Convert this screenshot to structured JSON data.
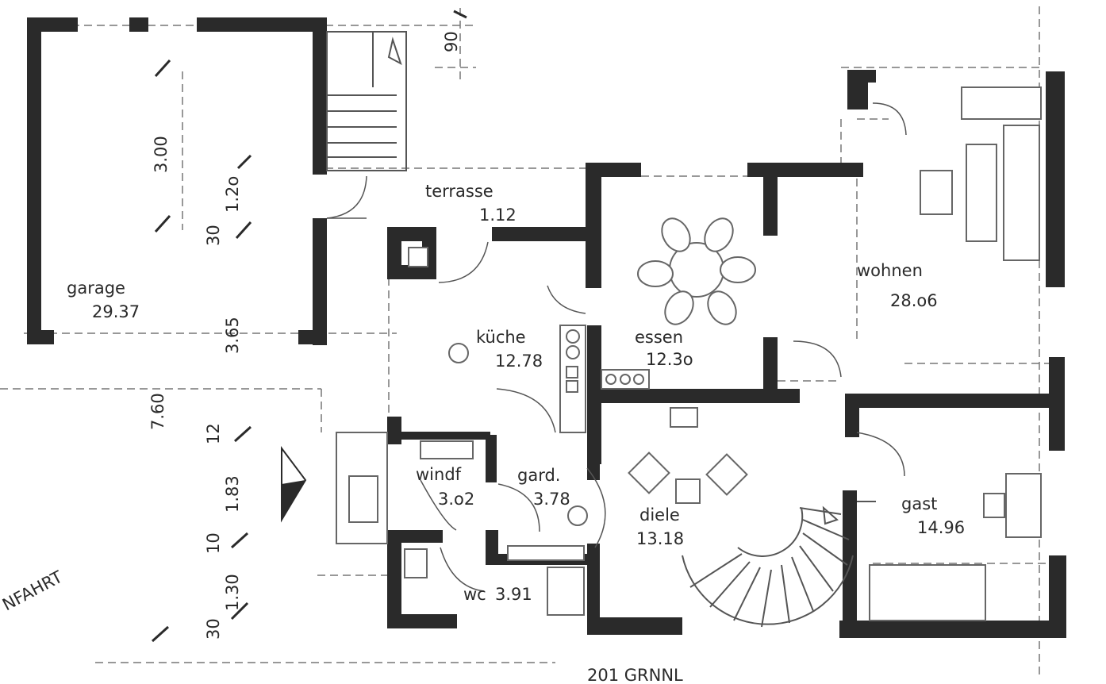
{
  "rooms": {
    "garage": {
      "name": "garage",
      "area": "29.37"
    },
    "terrasse": {
      "name": "terrasse",
      "area": "1.12"
    },
    "kueche": {
      "name": "küche",
      "area": "12.78"
    },
    "essen": {
      "name": "essen",
      "area": "12.3o"
    },
    "wohnen": {
      "name": "wohnen",
      "area": "28.o6"
    },
    "windf": {
      "name": "windf",
      "area": "3.o2"
    },
    "gard": {
      "name": "gard.",
      "area": "3.78"
    },
    "diele": {
      "name": "diele",
      "area": "13.18"
    },
    "gast": {
      "name": "gast",
      "area": "14.96"
    },
    "wc": {
      "name": "wc",
      "area": "3.91"
    }
  },
  "dimensions": {
    "top_90": "90",
    "garage_300": "3.00",
    "d_120": "1.2o",
    "d_30a": "30",
    "d_365": "3.65",
    "d_760": "7.60",
    "d_12": "12",
    "d_183": "1.83",
    "d_10": "10",
    "d_130": "1.30",
    "d_30b": "30"
  },
  "labels": {
    "einfahrt": "NFAHRT",
    "bottom_text": "201 GRNNL"
  },
  "colors": {
    "wall": "#2a2a2a",
    "line": "#555555",
    "paper": "#ffffff"
  }
}
